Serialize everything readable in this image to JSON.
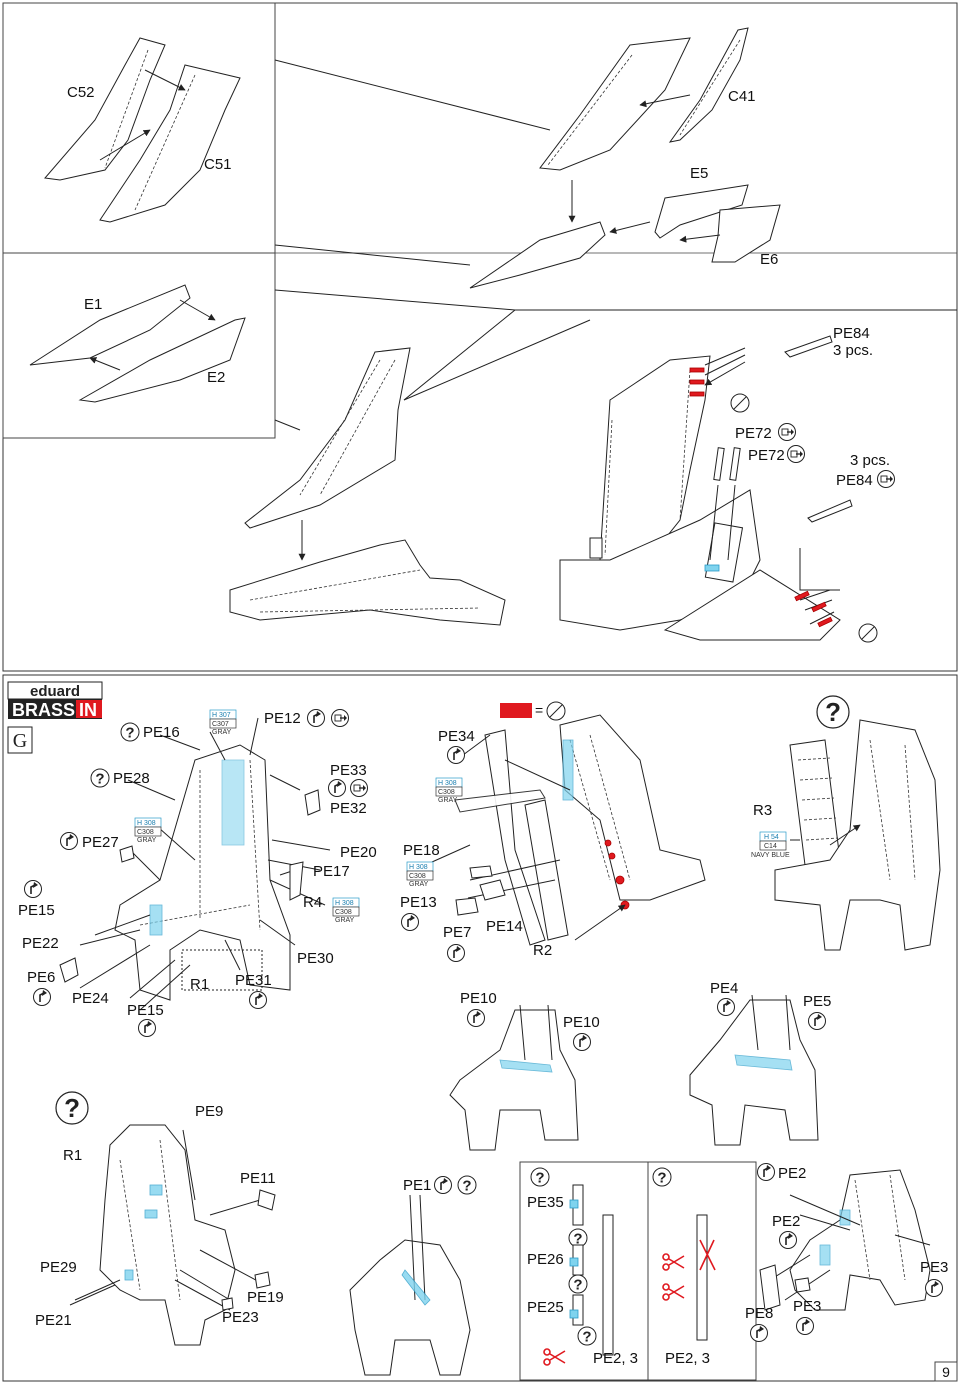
{
  "page": {
    "number": "9",
    "section_letter": "G"
  },
  "brand": {
    "line1": "eduard",
    "line2": "BRASS",
    "line2b": "IN"
  },
  "top_panel": {
    "labels": [
      "C52",
      "C51",
      "C41",
      "E5",
      "E6",
      "E1",
      "E2"
    ],
    "pe84": {
      "name": "PE84",
      "qty": "3 pcs."
    },
    "pe72a": "PE72",
    "pe72b": "PE72",
    "pe84b": {
      "qty": "3 pcs.",
      "name": "PE84"
    }
  },
  "seat_panel": {
    "left_seat": {
      "labels": {
        "pe16": "PE16",
        "pe12": "PE12",
        "pe28": "PE28",
        "pe33": "PE33",
        "pe32": "PE32",
        "pe27": "PE27",
        "pe20": "PE20",
        "pe17": "PE17",
        "pe15a": "PE15",
        "r4": "R4",
        "pe22": "PE22",
        "pe30": "PE30",
        "pe6": "PE6",
        "pe24": "PE24",
        "r1": "R1",
        "pe31": "PE31",
        "pe15b": "PE15"
      },
      "paint": [
        {
          "h": "H 307",
          "c": "C307",
          "name": "GRAY"
        },
        {
          "h": "H 308",
          "c": "C308",
          "name": "GRAY"
        },
        {
          "h": "H 308",
          "c": "C308",
          "name": "GRAY"
        }
      ]
    },
    "rail": {
      "labels": {
        "pe34": "PE34",
        "pe18": "PE18",
        "pe13": "PE13",
        "pe7": "PE7",
        "pe14": "PE14",
        "r2": "R2"
      },
      "paint": [
        {
          "h": "H 308",
          "c": "C308",
          "name": "GRAY"
        },
        {
          "h": "H 308",
          "c": "C308",
          "name": "GRAY"
        }
      ],
      "legend_eq": "="
    },
    "right_seat": {
      "labels": {
        "r3": "R3"
      },
      "paint": {
        "h": "H 54",
        "c": "C14",
        "name": "NAVY BLUE"
      }
    },
    "mid": {
      "labels": {
        "pe10a": "PE10",
        "pe10b": "PE10",
        "pe4": "PE4",
        "pe5": "PE5"
      }
    },
    "bottom": {
      "labels": {
        "pe9": "PE9",
        "r1": "R1",
        "pe11": "PE11",
        "pe29": "PE29",
        "pe19": "PE19",
        "pe21": "PE21",
        "pe23": "PE23",
        "pe1": "PE1",
        "pe35": "PE35",
        "pe26": "PE26",
        "pe25": "PE25",
        "pe23s": "PE2, 3",
        "pe23s_b": "PE2, 3",
        "pe2a": "PE2",
        "pe2b": "PE2",
        "pe3a": "PE3",
        "pe3b": "PE3",
        "pe8": "PE8"
      }
    }
  },
  "icons": {
    "bend": "bend-icon",
    "remove": "remove-icon",
    "flip": "flip-icon",
    "optional": "question-icon",
    "glue": "no-glue-icon"
  }
}
